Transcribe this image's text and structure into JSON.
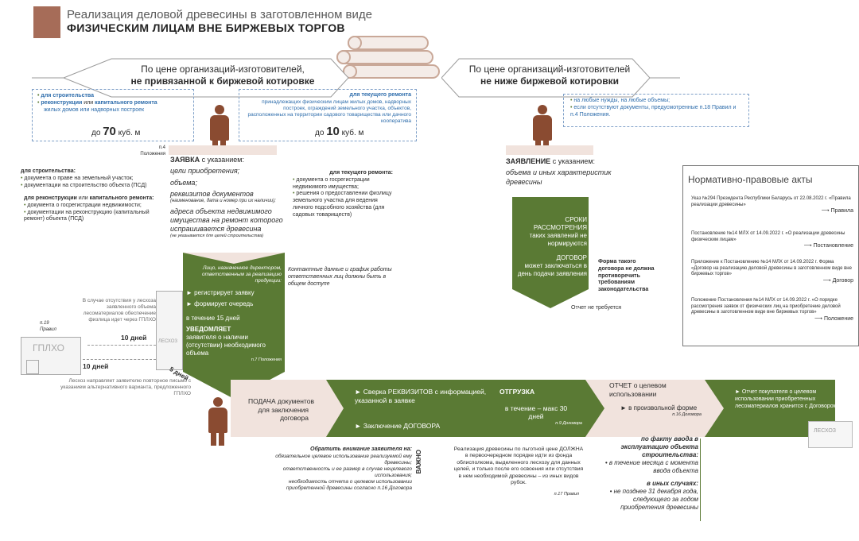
{
  "header": {
    "title_line1": "Реализация деловой древесины в заготовленном виде",
    "title_line2": "ФИЗИЧЕСКИМ ЛИЦАМ ВНЕ БИРЖЕВЫХ ТОРГОВ"
  },
  "left_hex": {
    "line1": "По цене организаций-изготовителей,",
    "line2": "не привязанной к биржевой котировке"
  },
  "right_hex": {
    "line1": "По цене организаций-изготовителей",
    "line2": "не ниже биржевой котировки"
  },
  "left_purpose": {
    "item1": "для строительства",
    "item2a": "реконструкции",
    "item2b": "или",
    "item2c": "капитального ремонта",
    "item2d": "жилых домов или надворных построек",
    "limit_prefix": "до",
    "limit_value": "70",
    "limit_unit": "куб. м"
  },
  "current_repair": {
    "title": "для текущего ремонта",
    "text": "принадлежащих физическим лицам жилых домов, надворных построек, ограждений земельного участка, объектов, расположенных на территории садового товарищества или дачного кооператива",
    "limit_prefix": "до",
    "limit_value": "10",
    "limit_unit": "куб. м"
  },
  "right_purpose": {
    "item1": "на любые нужды, на любые объемы;",
    "item2": "если отсутствуют документы, предусмотренные п.18 Правил и п.4 Положения."
  },
  "ref_p4": "п.4 Положения",
  "application": {
    "title": "ЗАЯВКА",
    "title_suffix": "с указанием:",
    "items": [
      "цели приобретения;",
      "объема;",
      "реквизитов документов",
      "адреса объекта недвижимого имущества на ремонт которого испрашивается древесина"
    ],
    "note1": "(наименование, дата и номер при их наличии);",
    "note2": "(не указывается для целей строительства)"
  },
  "docs_construction": {
    "title": "для строительства:",
    "items": [
      "документа о праве на земельный участок;",
      "документации на строительство объекта (ПСД)"
    ]
  },
  "docs_reconstruction": {
    "title_a": "для реконструкции",
    "title_b": "или",
    "title_c": "капитального ремонта:",
    "items": [
      "документа о госрегистрации недвижимости;",
      "документации на реконструкцию (капитальный ремонт) объекта (ПСД)"
    ]
  },
  "docs_current": {
    "title": "для текущего ремонта:",
    "items": [
      "документа о госрегистрации недвижимого имущества;",
      "решения о предоставлении физлицу земельного участка для ведения личного подсобного хозяйства (для садовых товариществ)"
    ]
  },
  "responsible": {
    "intro": "Лицо, назначенное директором, ответственным за реализацию продукции:",
    "item1": "регистрирует заявку",
    "item2": "формирует очередь",
    "term": "в течение 15 дней",
    "notify_title": "УВЕДОМЛЯЕТ",
    "notify_text": "заявителя о наличии (отсутствии) необходимого объема",
    "ref": "п.7 Положения"
  },
  "contacts_note": "Контактные данные и график работы ответственных лиц должны быть в общем доступе",
  "statement": {
    "title": "ЗАЯВЛЕНИЕ",
    "title_suffix": "с указанием:",
    "text": "объема и иных характеристик древесины"
  },
  "terms_box": {
    "line1": "СРОКИ РАССМОТРЕНИЯ",
    "line2": "таких заявлений не нормируются",
    "line3": "ДОГОВОР",
    "line4": "может заключаться в день подачи заявления"
  },
  "contract_form_note": "Форма такого договора не должна противоречить требованиям законодательства",
  "report_not_required": "Отчет не требуется",
  "gplho_note": "В случае отсутствия у лесхоза заявленного объема лесоматериалов обеспечение физлица идет через ГПЛХО",
  "ref_p19": "п.19 Правил",
  "gplho_label": "ГПЛХО",
  "leshoz_label": "ЛЕСХОЗ",
  "days10a": "10 дней",
  "days10b": "10 дней",
  "days5": "5 дней",
  "leshoz_note": "Лесхоз направляет заявителю повторное письмо с указанием альтернативного варианта, предложенного ГПЛХО",
  "flow": {
    "submit_title": "ПОДАЧА документов",
    "submit_text": "для заключения договора",
    "check_title": "Сверка РЕКВИЗИТОВ",
    "check_text": "с информацией, указанной в заявке",
    "contract": "Заключение ДОГОВОРА",
    "ship_title": "ОТГРУЗКА",
    "ship_term": "в течение – макс 30 дней",
    "ship_ref": "п.9 Договора",
    "report_title": "ОТЧЕТ о целевом использовании",
    "report_form": "в произвольной форме",
    "report_ref": "п.16 Договора",
    "store": "Отчет покупателя о целевом использовании приобретенных лесоматериалов хранится с Договором"
  },
  "attention": {
    "title": "Обратить внимание заявителя на:",
    "items": [
      "обязательное целевое использование реализуемой ему древесины;",
      "ответственность и ее размер в случае нецелевого использования;",
      "необходимость отчета о целевом использовании приобретенной древесины согласно п.16 Договора"
    ],
    "label": "ВАЖНО"
  },
  "priority_note": {
    "text": "Реализация древесины по льготной цене ДОЛЖНА в первоочередном порядке идти из фонда облисполкома, выделенного лесхозу для данных целей, и только после его освоения или отсутствия в нем необходимой древесины – из иных видов рубок.",
    "ref": "п.17 Правил"
  },
  "report_deadlines": {
    "construction_title": "по факту ввода в эксплуатацию объекта строительства:",
    "construction_text": "в течение месяца с момента ввода объекта",
    "other_title": "в иных случаях:",
    "other_text": "не позднее 31 декабря года, следующего за годом приобретения древесины"
  },
  "normative": {
    "title": "Нормативно-правовые акты",
    "acts": [
      {
        "text": "Указ №294 Президента Республики Беларусь от 22.08.2022 г. «Правила реализации древесины»",
        "short": "Правила"
      },
      {
        "text": "Постановление №14 МЛХ от 14.09.2022 г. «О реализации древесины физическим лицам»",
        "short": "Постановление"
      },
      {
        "text": "Приложение к Постановлению №14 МЛХ от 14.09.2022 г. Форма «Договор на реализацию деловой древесины в заготовленном виде вне биржевых торгов»",
        "short": "Договор"
      },
      {
        "text": "Положение Постановления №14 МЛХ от 14.09.2022 г. «О порядке рассмотрения заявок от физических лиц на приобретение деловой древесины в заготовленном виде вне биржевых торгов»",
        "short": "Положение"
      }
    ]
  },
  "colors": {
    "green": "#5a7a34",
    "brown": "#8a4b31",
    "blue": "#2d6cab",
    "pink": "#f1e3dd"
  }
}
